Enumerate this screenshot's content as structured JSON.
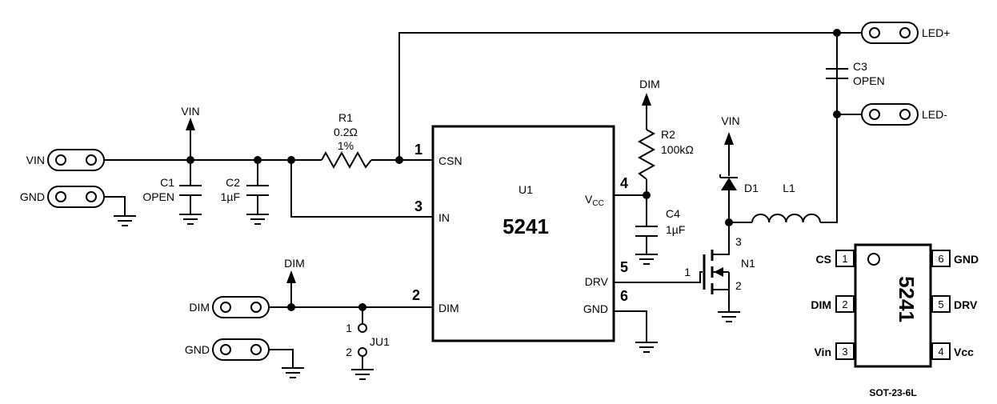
{
  "connectors": {
    "vin": "VIN",
    "gnd_top": "GND",
    "dim": "DIM",
    "gnd_bottom": "GND",
    "led_plus": "LED+",
    "led_minus": "LED-"
  },
  "rails": {
    "vin_top": "VIN",
    "dim_top": "DIM",
    "dim_r2": "DIM",
    "vin_d1": "VIN"
  },
  "components": {
    "c1": {
      "ref": "C1",
      "value": "OPEN"
    },
    "c2": {
      "ref": "C2",
      "value": "1µF"
    },
    "r1": {
      "ref": "R1",
      "value": "0.2Ω",
      "tol": "1%"
    },
    "r2": {
      "ref": "R2",
      "value": "100kΩ"
    },
    "c4": {
      "ref": "C4",
      "value": "1µF"
    },
    "c3": {
      "ref": "C3",
      "value": "OPEN"
    },
    "d1": {
      "ref": "D1"
    },
    "l1": {
      "ref": "L1"
    },
    "n1": {
      "ref": "N1",
      "pin1": "1",
      "pin2": "2",
      "pin3": "3"
    },
    "ju1": {
      "ref": "JU1",
      "pin1": "1",
      "pin2": "2"
    }
  },
  "ic": {
    "ref": "U1",
    "name": "5241",
    "pins": {
      "csn": {
        "num": "1",
        "name": "CSN"
      },
      "in": {
        "num": "3",
        "name": "IN"
      },
      "dim": {
        "num": "2",
        "name": "DIM"
      },
      "vcc": {
        "num": "4",
        "name": "V",
        "sub": "CC"
      },
      "drv": {
        "num": "5",
        "name": "DRV"
      },
      "gnd": {
        "num": "6",
        "name": "GND"
      }
    }
  },
  "package": {
    "chip": "5241",
    "name": "SOT-23-6L",
    "pins": [
      {
        "num": "1",
        "name": "CS"
      },
      {
        "num": "2",
        "name": "DIM"
      },
      {
        "num": "3",
        "name": "Vin"
      },
      {
        "num": "6",
        "name": "GND"
      },
      {
        "num": "5",
        "name": "DRV"
      },
      {
        "num": "4",
        "name": "Vcc"
      }
    ]
  }
}
